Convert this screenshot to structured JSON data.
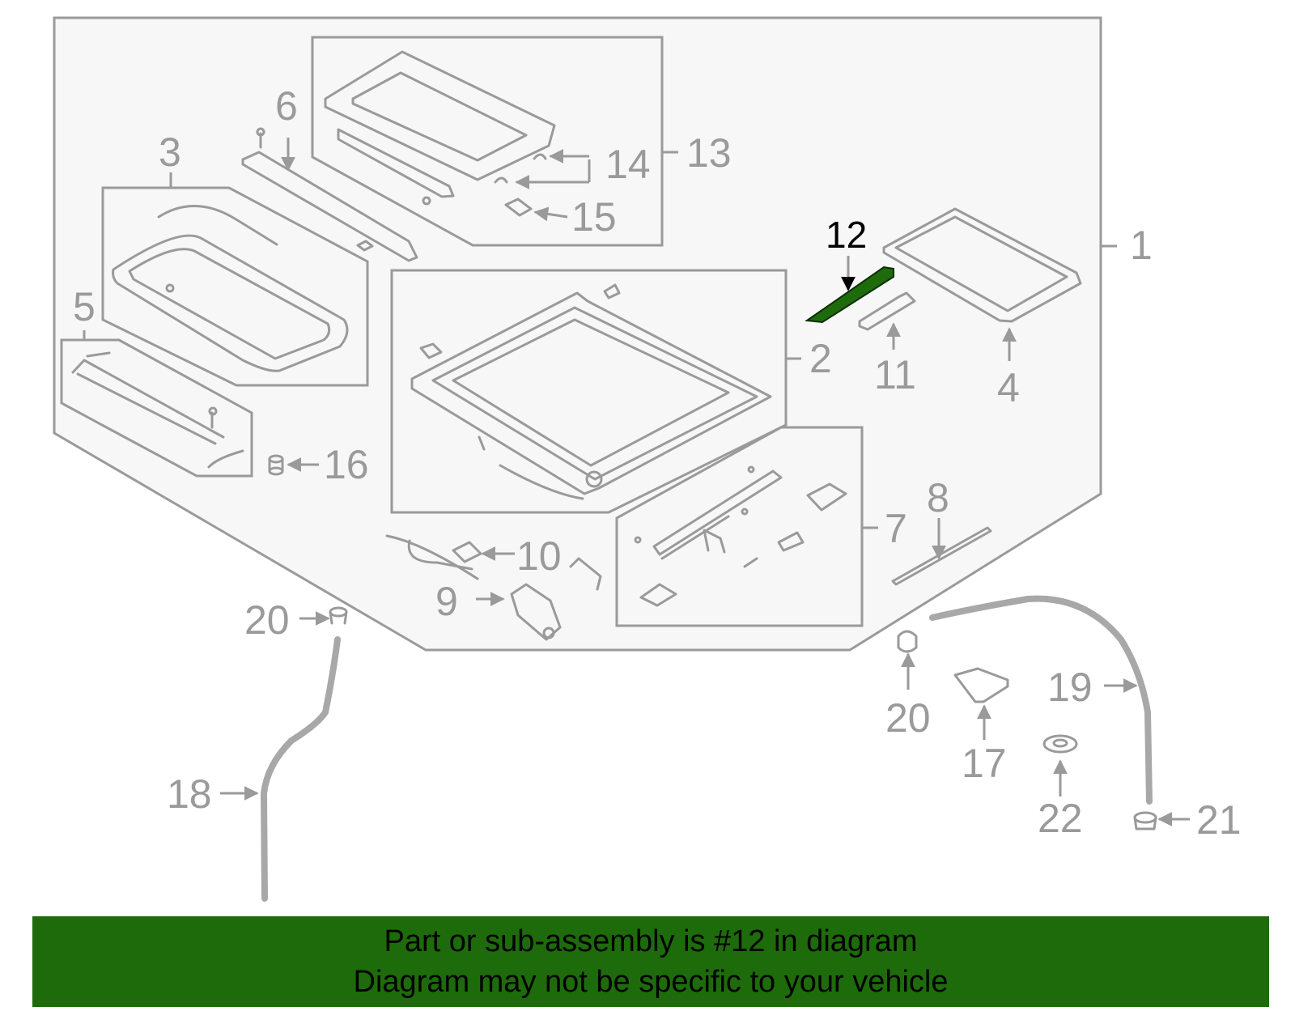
{
  "callouts": {
    "c1": "1",
    "c2": "2",
    "c3": "3",
    "c4": "4",
    "c5": "5",
    "c6": "6",
    "c7": "7",
    "c8": "8",
    "c9": "9",
    "c10": "10",
    "c11": "11",
    "c12": "12",
    "c13": "13",
    "c14": "14",
    "c15": "15",
    "c16": "16",
    "c17": "17",
    "c18": "18",
    "c19": "19",
    "c20a": "20",
    "c20b": "20",
    "c21": "21",
    "c22": "22"
  },
  "banner": {
    "line1": "Part or sub-assembly is #12 in diagram",
    "line2": "Diagram may not be specific to your vehicle"
  },
  "colors": {
    "line": "#9a9a9a",
    "highlight_part": "#1e6b0b",
    "banner_bg": "#1e6b0b",
    "highlight_label": "#000000"
  },
  "highlighted_part": "12"
}
